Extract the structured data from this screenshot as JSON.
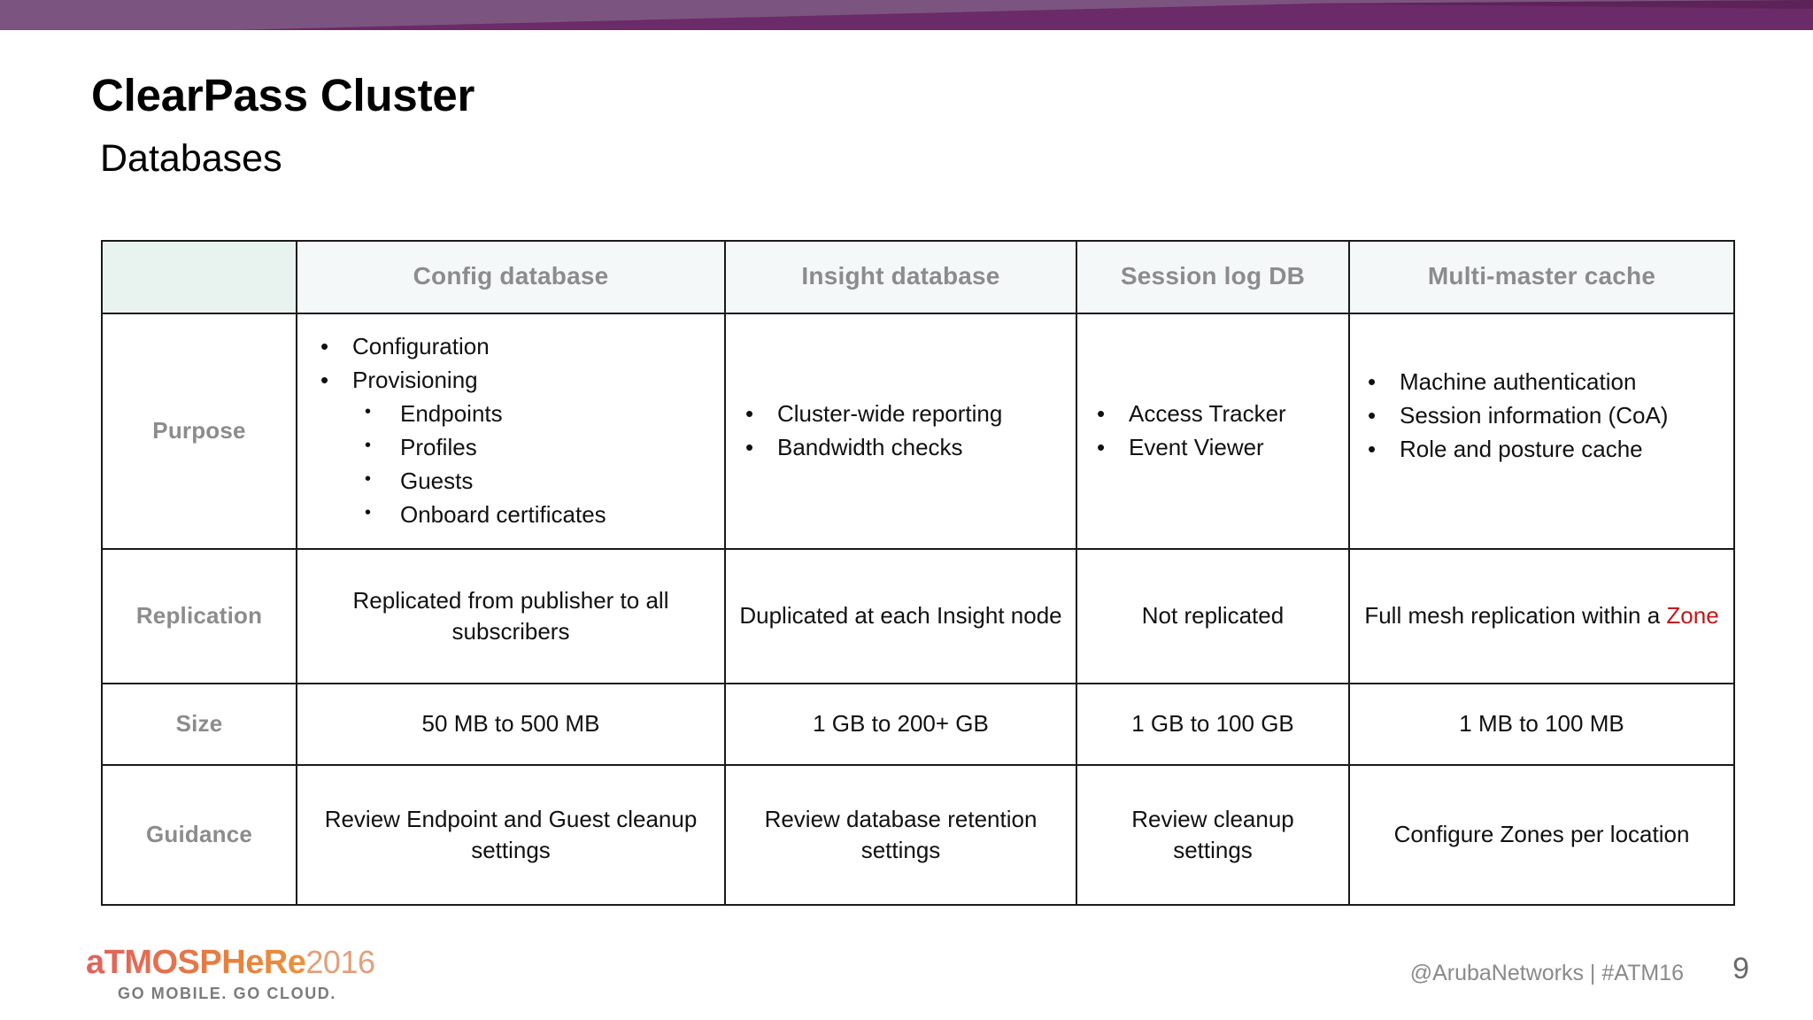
{
  "slide": {
    "title": "ClearPass Cluster",
    "subtitle": "Databases",
    "banner_color_light": "#7c5480",
    "banner_color_dark": "#6b2a68",
    "accent_red": "#c0181b",
    "header_text_color": "#8c8c8c",
    "header_corner_bg": "#e8f3f0",
    "header_bg": "#f4f8f8"
  },
  "table": {
    "corner_label": "",
    "columns": [
      {
        "key": "config",
        "label": "Config database"
      },
      {
        "key": "insight",
        "label": "Insight database"
      },
      {
        "key": "session",
        "label": "Session log DB"
      },
      {
        "key": "mm",
        "label": "Multi-master cache"
      }
    ],
    "rows": {
      "purpose": {
        "label": "Purpose",
        "config": {
          "bullets": [
            {
              "text": "Configuration"
            },
            {
              "text": "Provisioning",
              "sub": [
                "Endpoints",
                "Profiles",
                "Guests",
                "Onboard certificates"
              ]
            }
          ]
        },
        "insight": {
          "bullets": [
            {
              "text": "Cluster-wide reporting"
            },
            {
              "text": "Bandwidth checks"
            }
          ]
        },
        "session": {
          "bullets": [
            {
              "text": "Access Tracker"
            },
            {
              "text": "Event Viewer"
            }
          ]
        },
        "mm": {
          "bullets": [
            {
              "text": "Machine authentication"
            },
            {
              "text": "Session information (CoA)"
            },
            {
              "text": "Role and posture cache"
            }
          ]
        }
      },
      "replication": {
        "label": "Replication",
        "config": "Replicated from publisher to all subscribers",
        "insight": "Duplicated at each Insight node",
        "session": "Not replicated",
        "mm_prefix": "Full mesh replication within a ",
        "mm_accent": "Zone"
      },
      "size": {
        "label": "Size",
        "config": "50 MB to 500 MB",
        "insight": "1 GB to 200+ GB",
        "session": "1 GB to 100 GB",
        "mm": "1 MB to 100 MB"
      },
      "guidance": {
        "label": "Guidance",
        "config": "Review Endpoint and Guest cleanup settings",
        "insight": "Review database retention settings",
        "session": "Review cleanup settings",
        "mm": "Configure Zones per location"
      }
    }
  },
  "footer": {
    "logo_main": "aTMOSPHeRe",
    "logo_year": "2016",
    "logo_tagline": "GO MOBILE. GO CLOUD.",
    "handle": "@ArubaNetworks | #ATM16",
    "page_number": "9"
  }
}
